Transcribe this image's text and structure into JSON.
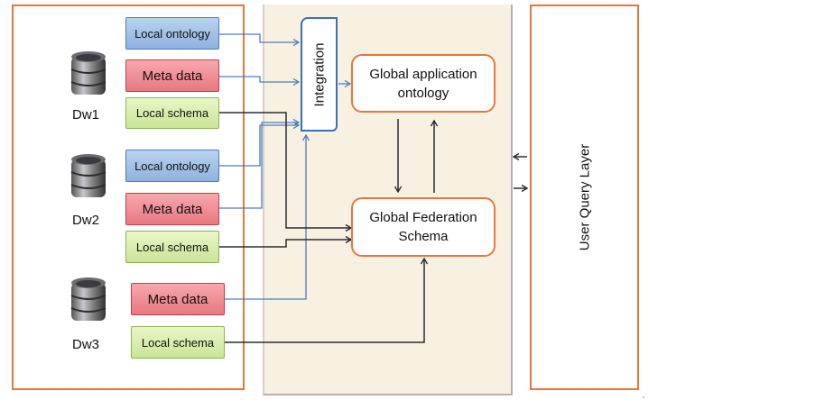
{
  "diagram": {
    "left_panel": {
      "warehouses": [
        {
          "label": "Dw1",
          "sources": {
            "ontology": "Local ontology",
            "meta": "Meta data",
            "schema": "Local schema"
          }
        },
        {
          "label": "Dw2",
          "sources": {
            "ontology": "Local ontology",
            "meta": "Meta data",
            "schema": "Local schema"
          }
        },
        {
          "label": "Dw3",
          "sources": {
            "meta": "Meta data",
            "schema": "Local schema"
          }
        }
      ]
    },
    "middle_panel": {
      "integration": "Integration",
      "global_ontology": [
        "Global application",
        "ontology"
      ],
      "global_schema": [
        "Global Federation",
        "Schema"
      ]
    },
    "right_panel": {
      "label": "User Query Layer"
    },
    "colors": {
      "panel_border": "#e8763a",
      "middle_bg": "#f8f1e2",
      "blue_line": "#4a7cc0",
      "dark_line": "#2a2a35",
      "ontology_fill": "#a4c2e8",
      "meta_fill": "#f0909a",
      "schema_fill": "#d8eeb0"
    }
  }
}
